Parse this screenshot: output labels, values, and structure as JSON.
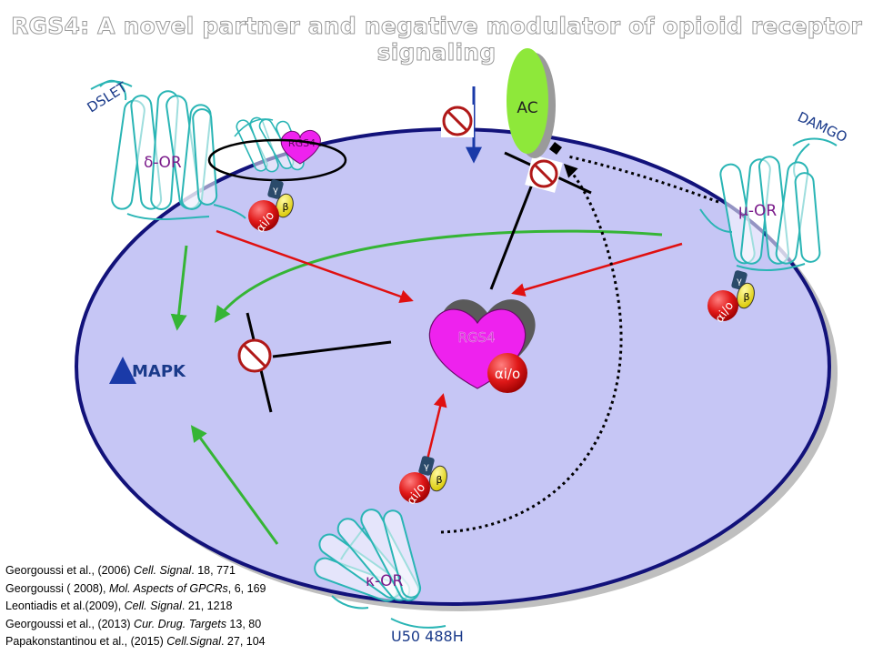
{
  "title": "RGS4: A novel partner and negative modulator of opioid receptor signaling",
  "labels": {
    "dslet": "DSLET",
    "damgo": "DAMGO",
    "u50": "U50 488H",
    "delta_or": "δ-OR",
    "mu_or": "μ-OR",
    "kappa_or": "κ-OR",
    "ac": "AC",
    "rgs4_small": "RGS4",
    "rgs4_center": "RGS4",
    "mapk": "MAPK",
    "gai": "αi/o",
    "gamma": "γ",
    "beta": "β"
  },
  "colors": {
    "cell_fill": "#c6c6f5",
    "cell_border": "#12127a",
    "activation_arrow": "#35b535",
    "rgs_arrow": "#e01010",
    "ac_fill": "#8ee83a",
    "rgs4_fill": "#ee22ee",
    "gprotein_red": "#e01818",
    "gprotein_yellow": "#f2e600",
    "receptor_color": "#2ab5b5",
    "label_purple": "#7a1a8a",
    "label_blue": "#1a3a8a"
  },
  "references": [
    {
      "authors": "Georgoussi et al., (2006) ",
      "journal": "Cell. Signal",
      "rest": ". 18, 771"
    },
    {
      "authors": "Georgoussi ( 2008), ",
      "journal": "Mol. Aspects of GPCRs",
      "rest": ", 6, 169"
    },
    {
      "authors": "Leontiadis et al.(2009), ",
      "journal": "Cell. Signal",
      "rest": ". 21, 1218"
    },
    {
      "authors": "Georgoussi et al., (2013) ",
      "journal": "Cur. Drug. Targets",
      "rest": " 13, 80"
    },
    {
      "authors": "Papakonstantinou et al., (2015) ",
      "journal": "Cell.Signal",
      "rest": ". 27, 104"
    }
  ]
}
